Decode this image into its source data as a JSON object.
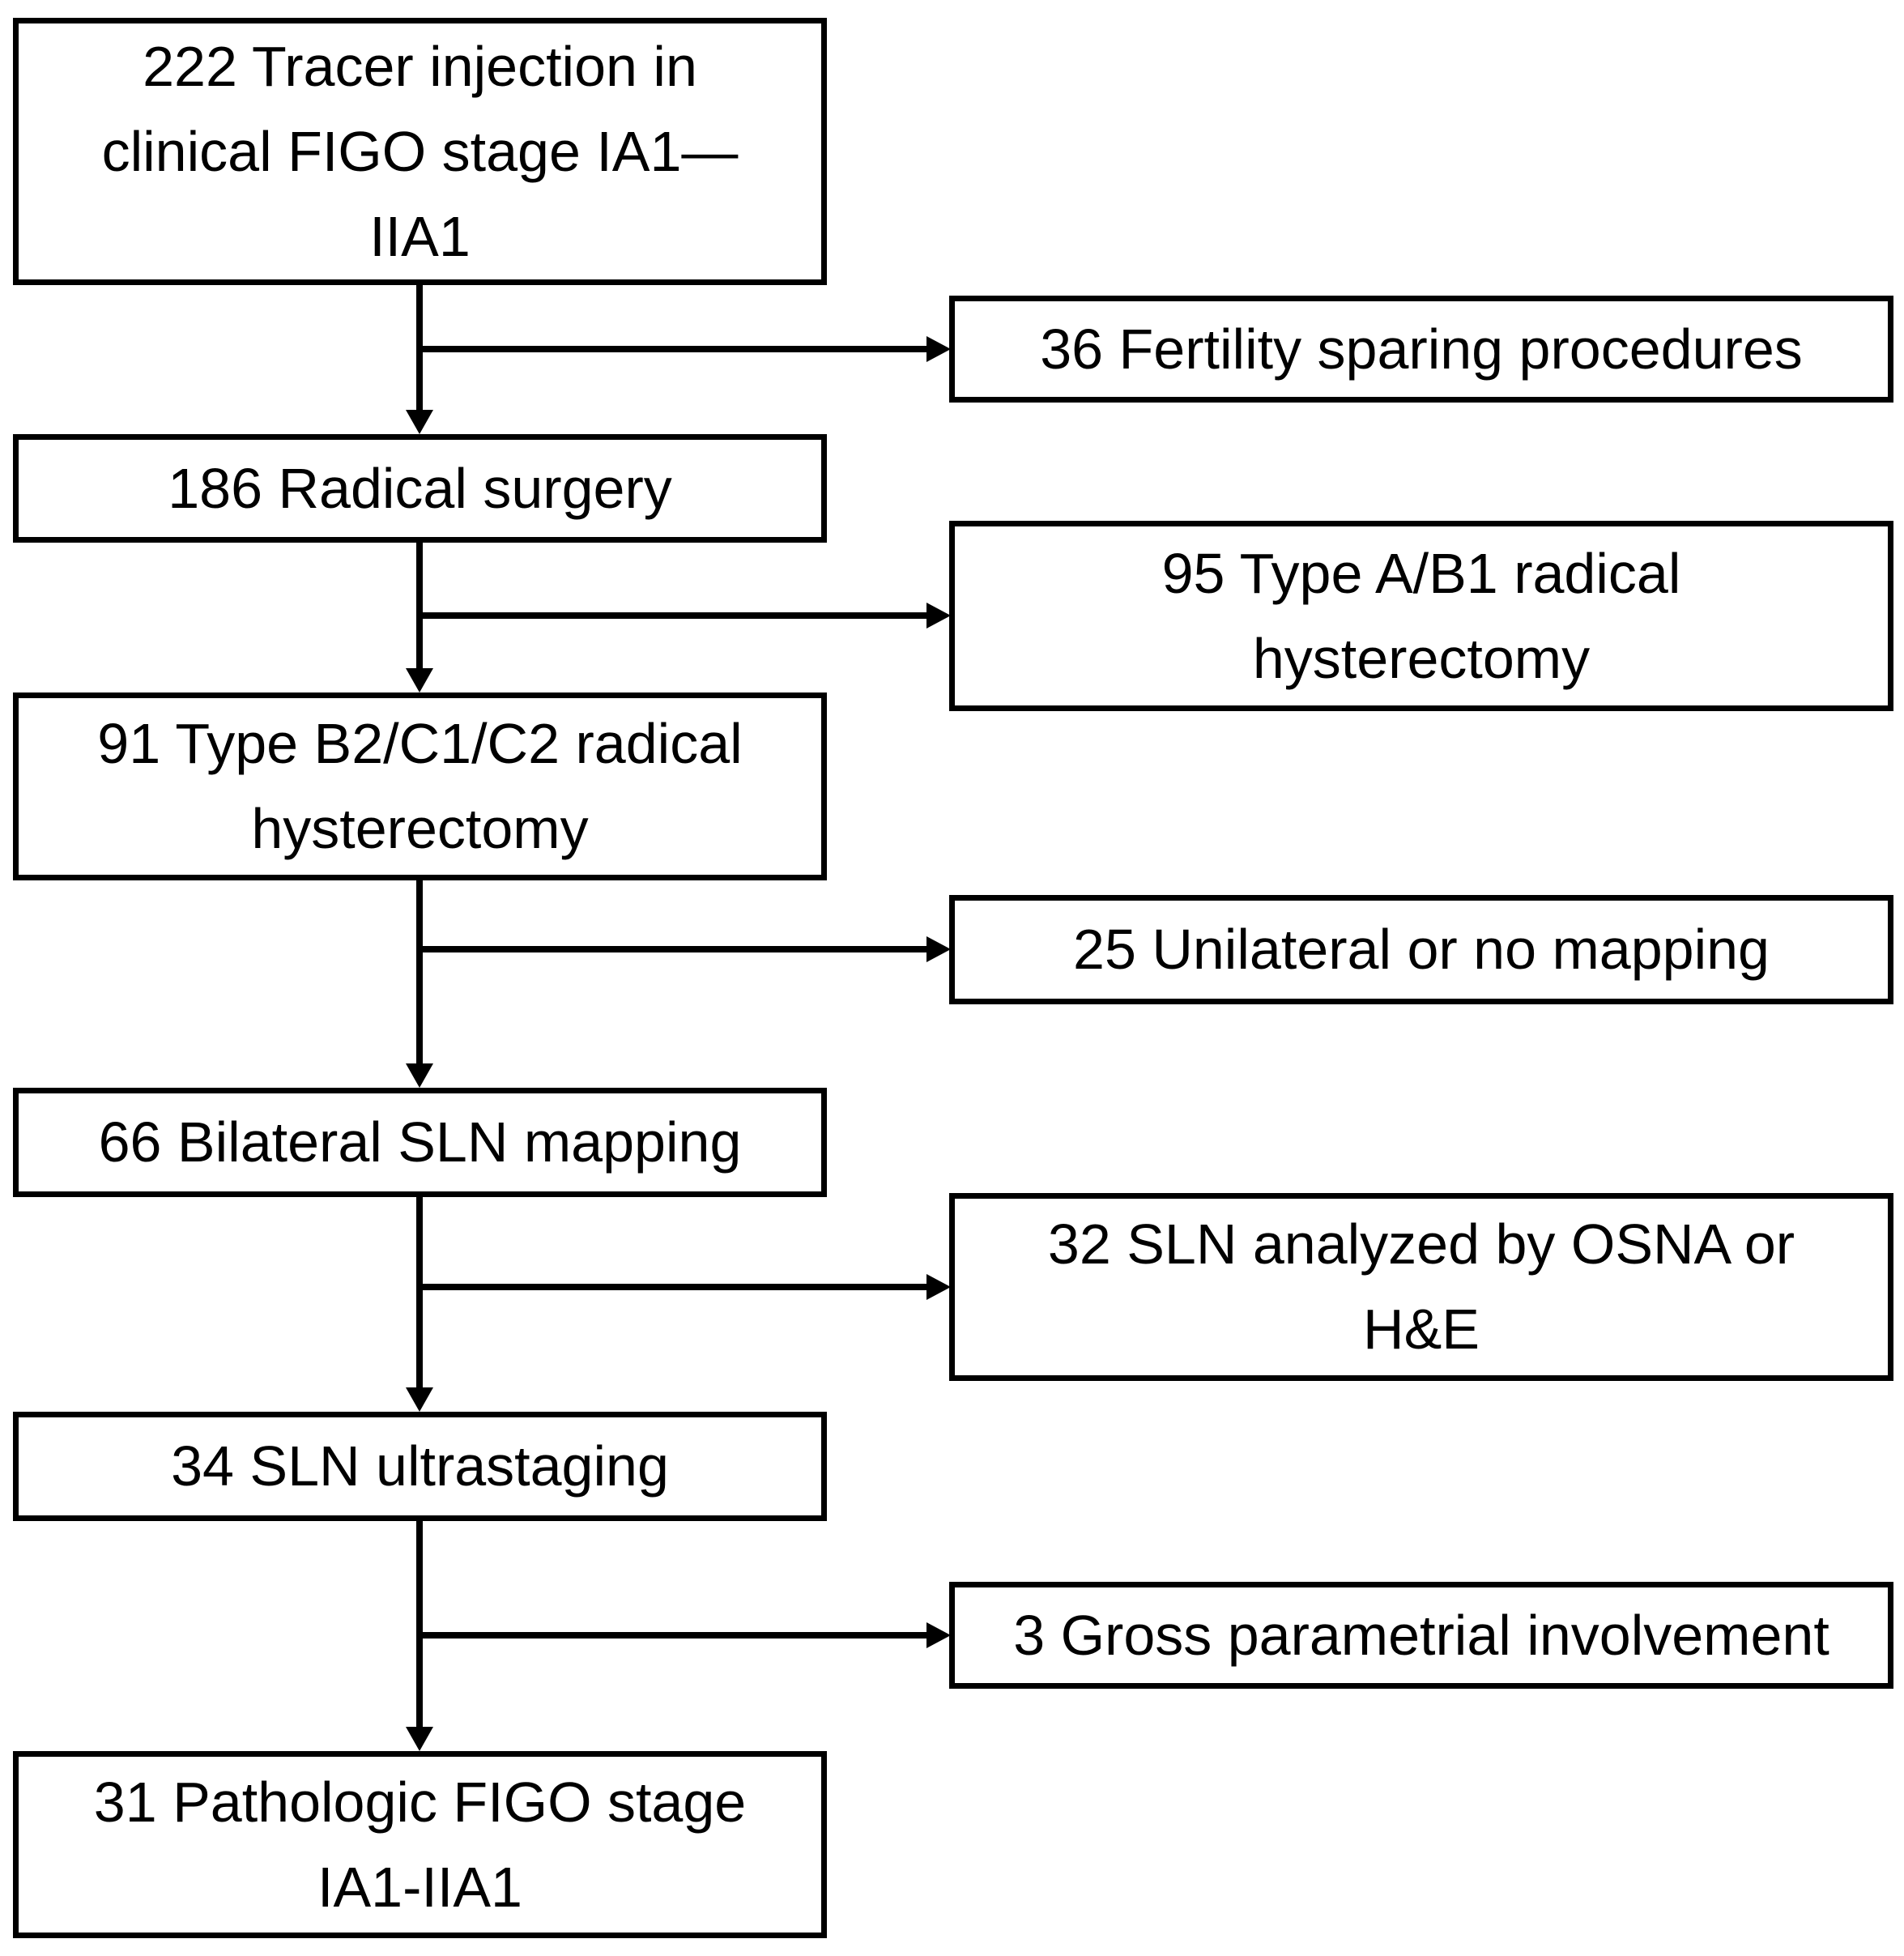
{
  "flowchart": {
    "main_flow": [
      {
        "count": "222",
        "label": "222 Tracer injection in clinical FIGO stage IA1—IIA1"
      },
      {
        "count": "186",
        "label": "186 Radical surgery"
      },
      {
        "count": "91",
        "label": "91 Type B2/C1/C2 radical hysterectomy"
      },
      {
        "count": "66",
        "label": "66 Bilateral SLN mapping"
      },
      {
        "count": "34",
        "label": "34 SLN ultrastaging"
      },
      {
        "count": "31",
        "label": "31 Pathologic FIGO stage IA1-IIA1"
      }
    ],
    "exclusions": [
      {
        "count": "36",
        "label": "36 Fertility sparing procedures"
      },
      {
        "count": "95",
        "label": "95 Type A/B1 radical hysterectomy"
      },
      {
        "count": "25",
        "label": "25 Unilateral or no mapping"
      },
      {
        "count": "32",
        "label": "32 SLN analyzed by OSNA or H&E"
      },
      {
        "count": "3",
        "label": "3 Gross parametrial involvement"
      }
    ]
  },
  "colors": {
    "background": "#ffffff",
    "box_fill": "#ffffff",
    "box_border": "#000000",
    "text": "#000000",
    "connector": "#000000"
  }
}
